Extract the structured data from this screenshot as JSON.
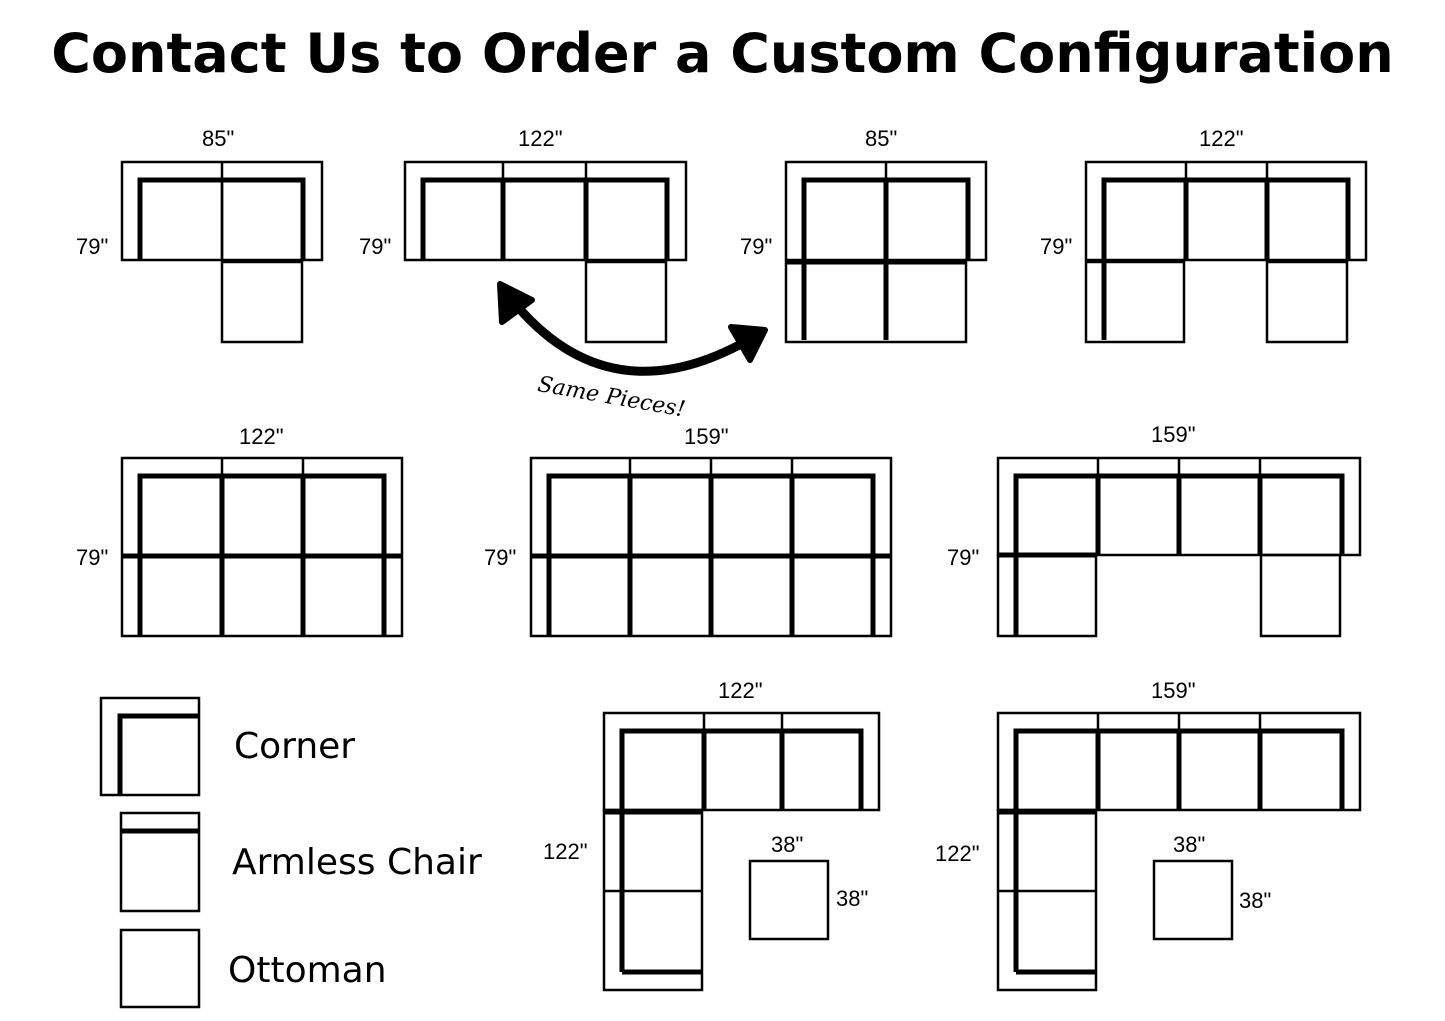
{
  "title": "Contact Us to Order a Custom Configuration",
  "note": "Same Pieces!",
  "dims": {
    "c1w": "85\"",
    "c1h": "79\"",
    "c2w": "122\"",
    "c2h": "79\"",
    "c3w": "85\"",
    "c3h": "79\"",
    "c4w": "122\"",
    "c4h": "79\"",
    "c5w": "122\"",
    "c5h": "79\"",
    "c6w": "159\"",
    "c6h": "79\"",
    "c7w": "159\"",
    "c7h": "79\"",
    "c8w": "122\"",
    "c8h": "122\"",
    "c8ow": "38\"",
    "c8oh": "38\"",
    "c9w": "159\"",
    "c9h": "122\"",
    "c9ow": "38\"",
    "c9oh": "38\""
  },
  "legend": {
    "corner": "Corner",
    "armless": "Armless Chair",
    "ottoman": "Ottoman"
  }
}
